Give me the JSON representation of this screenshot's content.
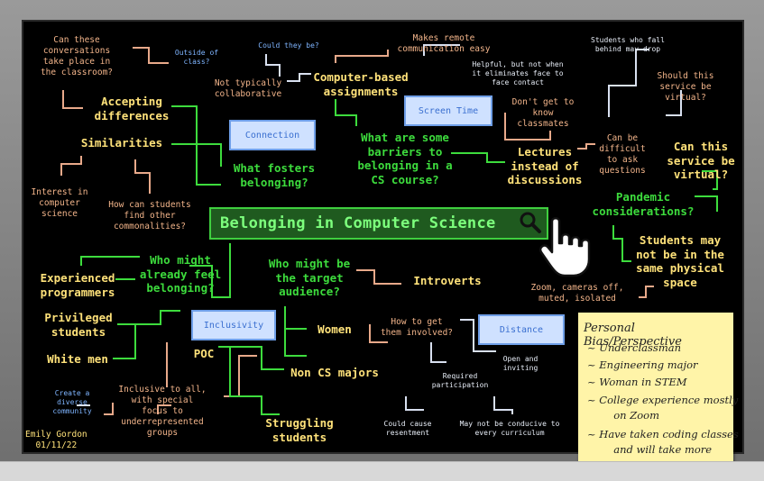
{
  "title": "Belonging in Computer Science",
  "icons": {
    "search": "magnifier-icon",
    "cursor": "hand-pointer-icon"
  },
  "categories": {
    "connection": "Connection",
    "screen_time": "Screen Time",
    "inclusivity": "Inclusivity",
    "distance": "Distance"
  },
  "questions": {
    "fosters": "What fosters\nbelonging?",
    "barriers": "What are some\nbarriers to\nbelonging in a\nCS course?",
    "target": "Who might be\nthe target\naudience?",
    "already": "Who might\nalready feel\nbelonging?",
    "pandemic": "Pandemic\nconsiderations?",
    "virtual": "Can this\nservice be\nvirtual?"
  },
  "notes": {
    "can_these": "Can these\nconversations\ntake place in\nthe classroom?",
    "outside": "Outside of\nclass?",
    "could_they": "Could they be?",
    "not_typically": "Not typically\ncollaborative",
    "computer_based": "Computer-based\nassignments",
    "makes_remote": "Makes remote\ncommunication easy",
    "helpful": "Helpful, but not when\nit eliminates face to\nface contact",
    "fall_behind": "Students who fall\nbehind may drop",
    "should_virtual": "Should this\nservice be\nvirtual?",
    "accepting": "Accepting\ndifferences",
    "similarities": "Similarities",
    "interest": "Interest in\ncomputer\nscience",
    "commonalities": "How can students\nfind other\ncommonalities?",
    "dont_get": "Don't get to\nknow\nclassmates",
    "lectures": "Lectures\ninstead of\ndiscussions",
    "difficult": "Can be\ndifficult\nto ask\nquestions",
    "not_physical": "Students may\nnot be in the\nsame physical\nspace",
    "zoom": "Zoom, cameras off,\nmuted, isolated",
    "experienced": "Experienced\nprogrammers",
    "privileged": "Privileged\nstudents",
    "white_men": "White men",
    "poc": "POC",
    "women": "Women",
    "non_cs": "Non CS majors",
    "struggling": "Struggling\nstudents",
    "introverts": "Introverts",
    "how_get": "How to get\nthem involved?",
    "open": "Open and\ninviting",
    "required": "Required\nparticipation",
    "resentment": "Could cause\nresentment",
    "not_conducive": "May not be conducive to\nevery curriculum",
    "diverse": "Create a\ndiverse\ncommunity",
    "inclusive_all": "Inclusive to all,\nwith special\nfocus to\nunderrepresented\ngroups"
  },
  "author": {
    "name": "Emily Gordon",
    "date": "01/11/22"
  },
  "sticky": {
    "title": "Personal Bias/Perspective",
    "items": [
      "~ Underclassman",
      "~ Engineering major",
      "~ Woman in STEM",
      "~ College experience mostly\n        on Zoom",
      "~ Have taken coding classes\n        and will take more"
    ]
  }
}
